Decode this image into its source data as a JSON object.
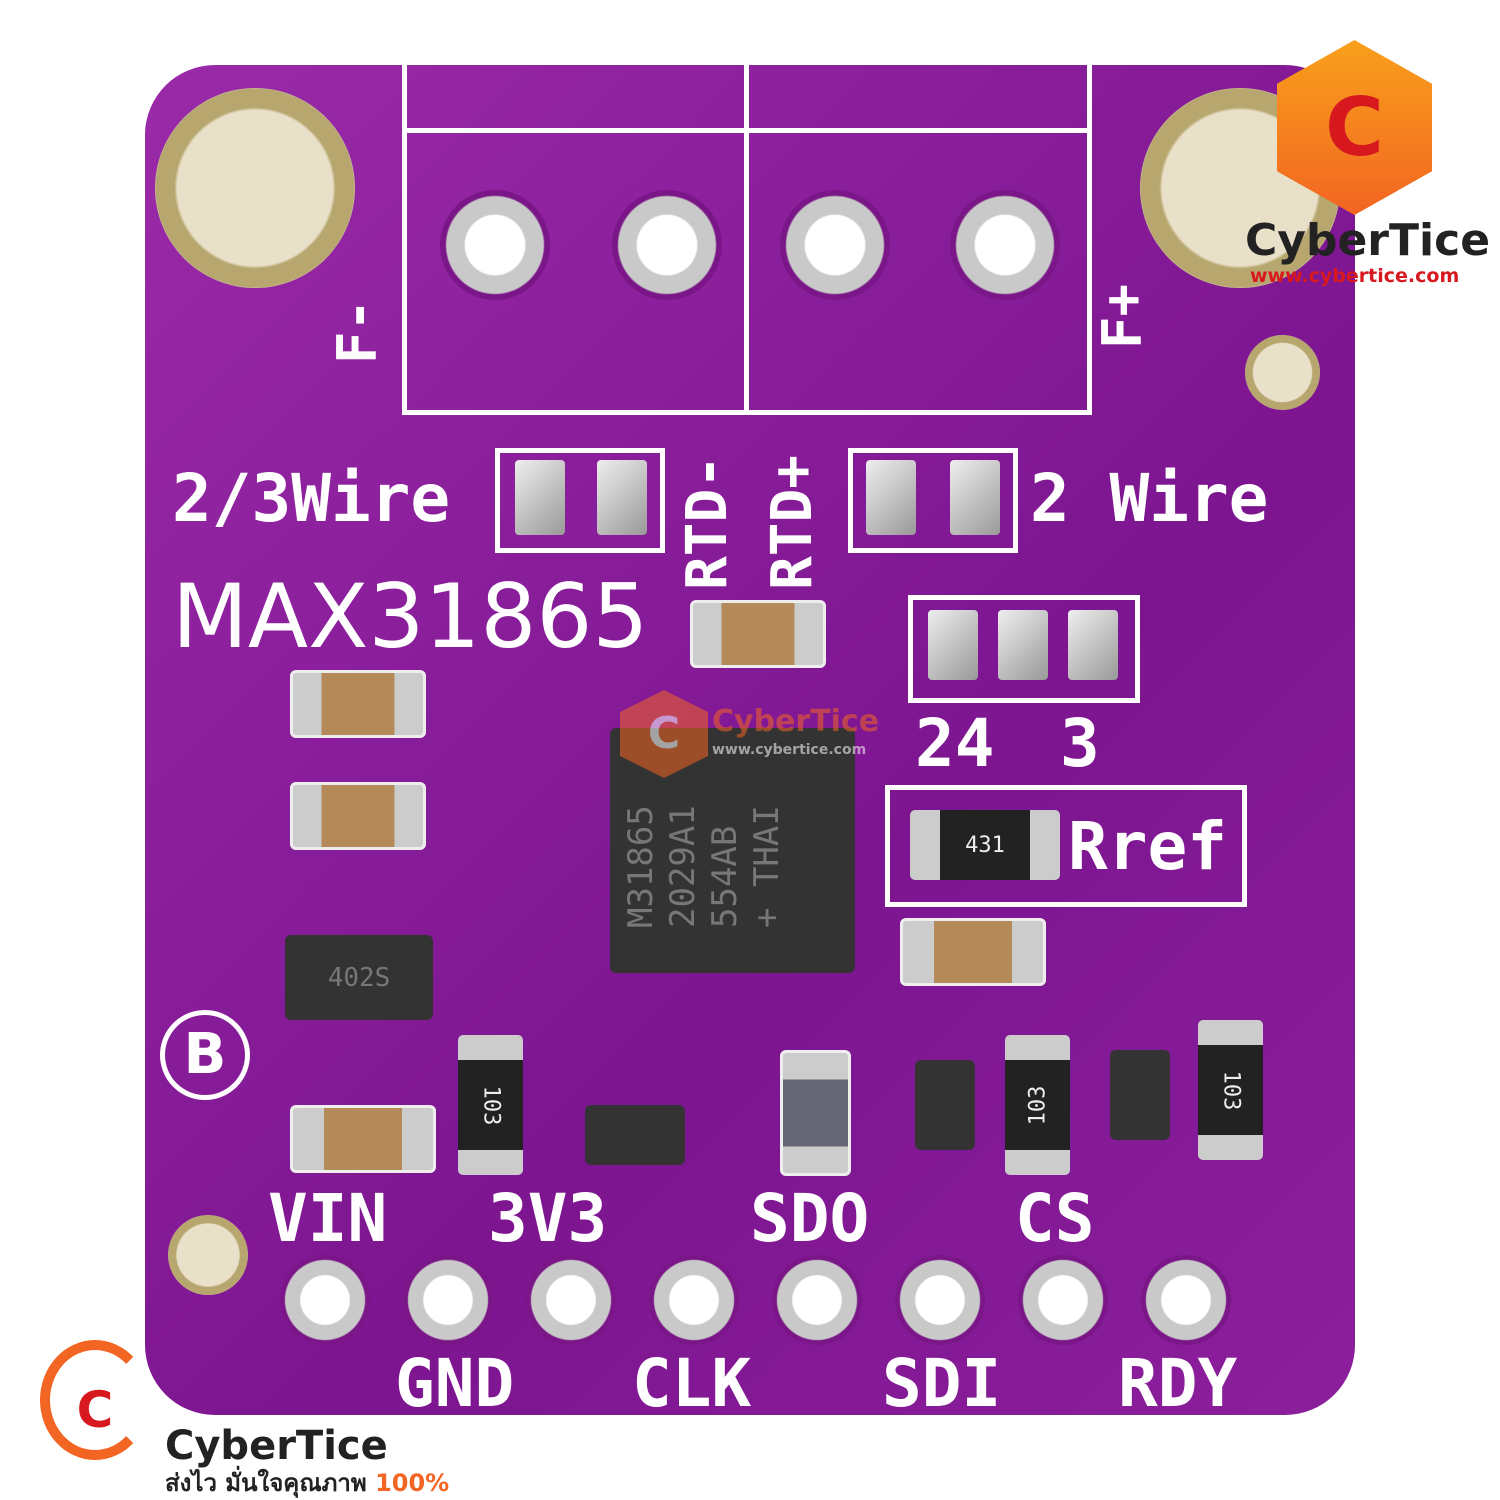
{
  "board": {
    "labels": {
      "f_minus": "F-",
      "f_plus": "F+",
      "wire_23": "2/3Wire",
      "rtd_minus": "RTD-",
      "rtd_plus": "RTD+",
      "wire_2": "2 Wire",
      "model": "MAX31865",
      "jumper_24": "24",
      "jumper_3": "3",
      "rref": "Rref",
      "rref_code": "431",
      "regulator_code": "402S",
      "b_mark": "B"
    },
    "chip_lines": [
      "M31865",
      "2029A1",
      "554AB",
      "+ THAI"
    ],
    "resistor_codes": [
      "103",
      "103",
      "103"
    ],
    "pins_top": [
      "VIN",
      "3V3",
      "SDO",
      "CS"
    ],
    "pins_bottom": [
      "GND",
      "CLK",
      "SDI",
      "RDY"
    ],
    "colors": {
      "pcb": "#8c1f9c",
      "silkscreen": "#ffffff",
      "logo_orange": "#f26522",
      "logo_red": "#d7191f"
    }
  },
  "watermark": {
    "brand": "CyberTice",
    "url": "www.cybertice.com",
    "slogan": "ส่งไว มั่นใจคุณภาพ",
    "slogan_percent": "100%",
    "logo_letter": "C"
  }
}
